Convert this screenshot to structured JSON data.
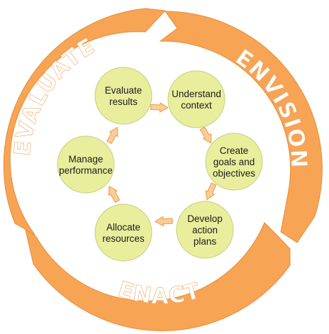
{
  "colors": {
    "ring": "#f7a455",
    "ring_edge": "#e58f3c",
    "node_fill": "#e9ee9d",
    "node_edge": "#cdd489",
    "arrow_fill": "#f9cf98",
    "arrow_edge": "#f2a55c",
    "label_white": "#ffffff"
  },
  "outer_cycle": [
    {
      "id": "envision",
      "label": "ENVISION"
    },
    {
      "id": "enact",
      "label": "ENACT"
    },
    {
      "id": "evaluate",
      "label": "EVALUATE"
    }
  ],
  "inner_cycle": [
    {
      "id": "evaluate-results",
      "lines": [
        "Evaluate",
        "results"
      ]
    },
    {
      "id": "understand-context",
      "lines": [
        "Understand",
        "context"
      ]
    },
    {
      "id": "create-goals",
      "lines": [
        "Create",
        "goals and",
        "objectives"
      ]
    },
    {
      "id": "develop-action-plans",
      "lines": [
        "Develop",
        "action",
        "plans"
      ]
    },
    {
      "id": "allocate-resources",
      "lines": [
        "Allocate",
        "resources"
      ]
    },
    {
      "id": "manage-performance",
      "lines": [
        "Manage",
        "performance"
      ]
    }
  ]
}
